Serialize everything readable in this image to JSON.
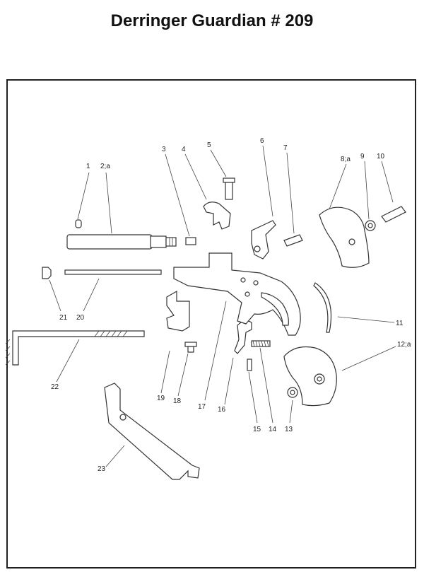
{
  "title": "Derringer Guardian # 209",
  "labels": {
    "p1": "1",
    "p2": "2;a",
    "p3": "3",
    "p4": "4",
    "p5": "5",
    "p6": "6",
    "p7": "7",
    "p8": "8;a",
    "p9": "9",
    "p10": "10",
    "p11": "11",
    "p12": "12;a",
    "p13": "13",
    "p14": "14",
    "p15": "15",
    "p16": "16",
    "p17": "17",
    "p18": "18",
    "p19": "19",
    "p20": "20",
    "p21": "21",
    "p22": "22",
    "p23": "23"
  }
}
